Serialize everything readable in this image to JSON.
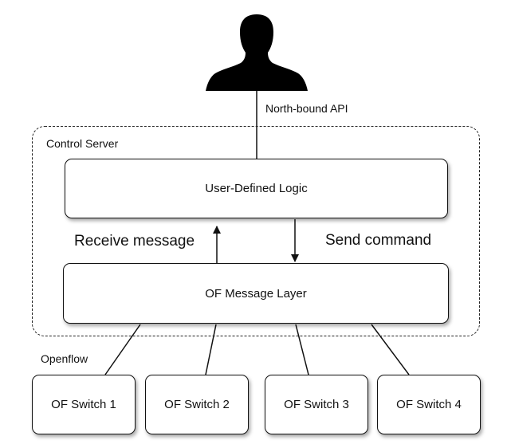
{
  "api_label": "North-bound API",
  "control_server_label": "Control Server",
  "user_logic_label": "User-Defined Logic",
  "receive_label": "Receive message",
  "send_label": "Send command",
  "message_layer_label": "OF Message Layer",
  "openflow_label": "Openflow",
  "switches": [
    "OF Switch 1",
    "OF Switch 2",
    "OF Switch 3",
    "OF Switch 4"
  ],
  "icons": {
    "user": "user-silhouette-icon"
  }
}
